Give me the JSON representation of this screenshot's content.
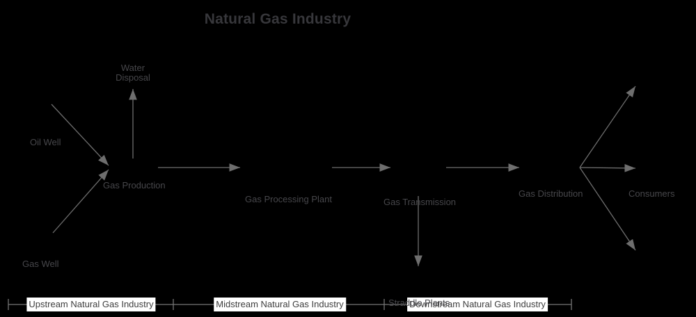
{
  "title": "Natural Gas Industry",
  "labels": {
    "water_disposal": "Water Disposal",
    "oil_well": "Oil Well",
    "gas_well": "Gas Well",
    "gas_production": "Gas Production",
    "gas_processing_plant": "Gas Processing Plant",
    "gas_transmission": "Gas Transmission",
    "gas_distribution": "Gas Distribution",
    "consumers": "Consumers",
    "straddle_plants": "Straddle Plants"
  },
  "brackets": {
    "upstream": "Upstream Natural Gas Industry",
    "midstream": "Midstream Natural Gas Industry",
    "downstream": "Downstream Natural Gas Industry"
  },
  "edges": [
    {
      "from": "Oil Well",
      "to": "Gas Production"
    },
    {
      "from": "Gas Well",
      "to": "Gas Production"
    },
    {
      "from": "Gas Production",
      "to": "Water Disposal"
    },
    {
      "from": "Gas Production",
      "to": "Gas Processing Plant"
    },
    {
      "from": "Gas Processing Plant",
      "to": "Gas Transmission"
    },
    {
      "from": "Gas Transmission",
      "to": "Gas Distribution"
    },
    {
      "from": "Gas Transmission",
      "to": "Straddle Plants"
    },
    {
      "from": "Gas Distribution",
      "to": "Consumers"
    },
    {
      "from": "Gas Distribution",
      "to": "Consumers"
    },
    {
      "from": "Gas Distribution",
      "to": "Consumers"
    }
  ],
  "colors": {
    "background": "#000000",
    "arrow_line": "#6e6e6e",
    "title_text": "#37373b",
    "node_text": "#47474b",
    "bracket_line": "#757575",
    "bracket_label_bg": "#ffffff",
    "bracket_label_text": "#3d3d3d"
  }
}
